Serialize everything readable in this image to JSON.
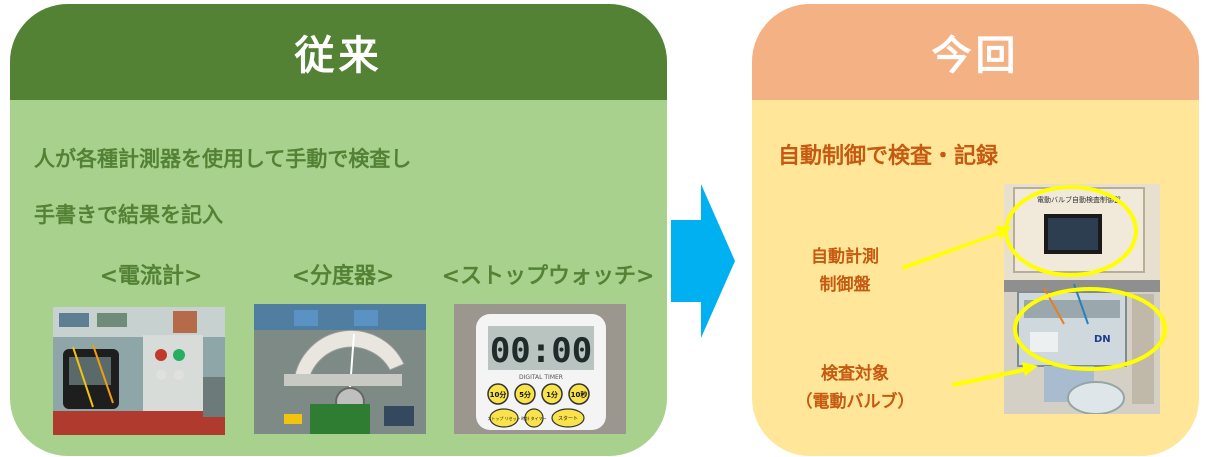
{
  "left_panel": {
    "title": "従来",
    "line1": "人が各種計測器を使用して手動で検査し",
    "line2": "手書きで結果を記入",
    "items": [
      {
        "label": "<電流計>"
      },
      {
        "label": "<分度器>"
      },
      {
        "label": "<ストップウォッチ>"
      }
    ],
    "stopwatch_display": "00:00",
    "stopwatch_buttons": [
      "10分",
      "5分",
      "1分",
      "10秒"
    ],
    "stopwatch_bottom_buttons": [
      "ストップ リセット",
      "時計 タイマー",
      "スタート"
    ],
    "stopwatch_brand": "DIGITAL TIMER"
  },
  "right_panel": {
    "title": "今回",
    "subtitle": "自動制御で検査・記録",
    "callout_control": [
      "自動計測",
      "制御盤"
    ],
    "callout_target": [
      "検査対象",
      "（電動バルブ）"
    ],
    "panel_plate": "電動バルブ自動検査制御盤",
    "valve_tag": "DN"
  },
  "colors": {
    "left_header": "#548235",
    "left_body": "#a9d18e",
    "right_header": "#f4b183",
    "right_body": "#ffe699",
    "right_text": "#c55a11",
    "arrow": "#00b0f0",
    "highlight": "#ffff00"
  }
}
